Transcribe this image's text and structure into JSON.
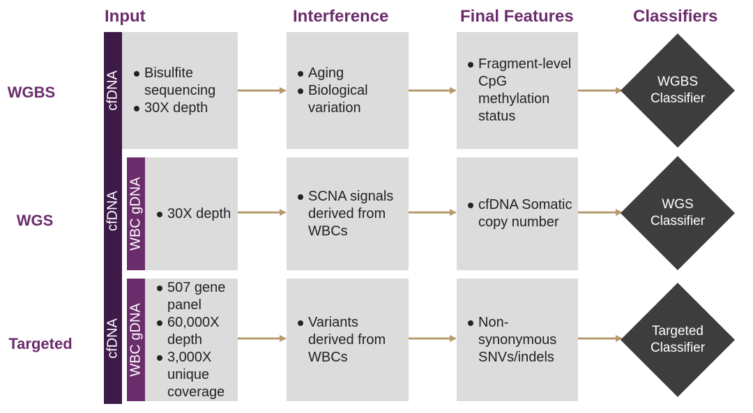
{
  "headers": {
    "input": "Input",
    "interference": "Interference",
    "final_features": "Final Features",
    "classifiers": "Classifiers"
  },
  "rows": [
    {
      "label": "WGBS",
      "input_items": [
        "Bisulfite sequencing",
        "30X depth"
      ],
      "interference_items": [
        "Aging",
        "Biological variation"
      ],
      "feature_items": [
        "Fragment-level CpG methylation status"
      ],
      "classifier": [
        "WGBS",
        "Classifier"
      ]
    },
    {
      "label": "WGS",
      "input_items": [
        "30X depth"
      ],
      "interference_items": [
        "SCNA signals derived from WBCs"
      ],
      "feature_items": [
        "cfDNA Somatic copy number"
      ],
      "classifier": [
        "WGS",
        "Classifier"
      ]
    },
    {
      "label": "Targeted",
      "input_items": [
        "507 gene panel",
        "60,000X depth",
        "3,000X unique coverage"
      ],
      "interference_items": [
        "Variants derived from WBCs"
      ],
      "feature_items": [
        "Non-synonymous SNVs/indels"
      ],
      "classifier": [
        "Targeted",
        "Classifier"
      ]
    }
  ],
  "vertical_labels": {
    "cfdna": "cfDNA",
    "wbc_gdna": "WBC gDNA"
  },
  "colors": {
    "header": "#6b2c6b",
    "cfdna_bar": "#3d1a47",
    "wbc_bar": "#6b2c6b",
    "box": "#dcdcdc",
    "arrow": "#b49b6e",
    "diamond": "#3d3d3d"
  }
}
